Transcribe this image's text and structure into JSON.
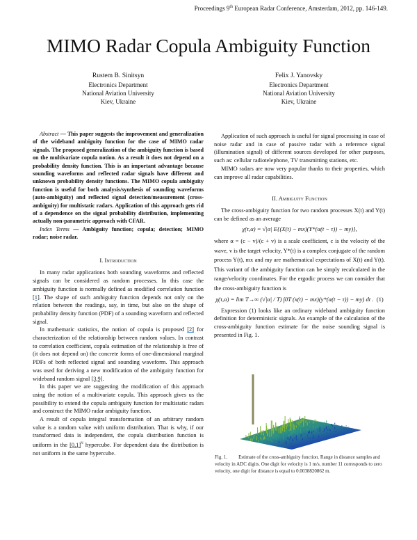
{
  "header": "Proceedings 9th European Radar Conference, Amsterdam, 2012, pp. 146-149.",
  "header_parts": {
    "pre": "Proceedings 9",
    "sup": "th",
    "post": " European Radar Conference, Amsterdam, 2012, pp. 146-149."
  },
  "title": "MIMO Radar Copula Ambiguity Function",
  "authors": [
    {
      "name": "Rustem B. Sinitsyn",
      "dept": "Electronics Department",
      "univ": "National Aviation University",
      "city": "Kiev, Ukraine"
    },
    {
      "name": "Felix J. Yanovsky",
      "dept": "Electronics Department",
      "univ": "National Aviation University",
      "city": "Kiev, Ukraine"
    }
  ],
  "abstract": {
    "label": "Abstract",
    "text": "— This paper suggests the improvement and generalization of the wideband ambiguity function for the case of MIMO radar signals. The proposed generalization of the ambiguity function is based on the multivariate copula notion. As a result it does not depend on a probability density function. This is an important advantage because sounding waveforms and reflected radar signals have different and unknown probability density functions. The MIMO copula ambiguity function is useful for both analysis/synthesis of sounding waveforms (auto-ambiguity) and reflected signal detection/measurement (cross-ambiguity) for multistatic radars. Application of this approach gets rid of a dependence on the signal probability distribution, implementing actually non-parametric approach with CFAR.",
    "index_label": "Index Terms",
    "index_text": "— Ambiguity function; copula; detection; MIMO radar; noise radar."
  },
  "section1": {
    "heading": "I. Introduction",
    "p1_a": "In many radar applications both sounding waveforms and reflected signals can be considered as random processes. In this case the ambiguity function is normally defined as modified correlation function ",
    "p1_ref": "[1]",
    "p1_b": ". The shape of such ambiguity function depends not only on the relation between the readings, say, in time, but also on the shape of probability density function (PDF) of a sounding waveform and reflected signal.",
    "p2_a": "In mathematic statistics, the notion of copula is proposed ",
    "p2_ref1": "[2]",
    "p2_b": " for characterization of the relationship between random values. In contrast to correlation coefficient, copula estimation of the relationship is free of (it does not depend on) the concrete forms of one-dimensional marginal PDFs of both reflected signal and sounding waveform. This approach was used for deriving a new modification of the ambiguity function for wideband random signal ",
    "p2_ref2": "[3,9]",
    "p2_c": ".",
    "p3": "In this paper we are suggesting the modification of this approach using the notion of a multivariate copula. This approach gives us the possibility to extend the copula ambiguity function for multistatic radars and construct the MIMO radar ambiguity function.",
    "p4_a": "A result of copula integral transformation of an arbitrary random value is a random value with uniform distribution. That is why, if our transformed data is independent, the copula distribution function is uniform in the ",
    "p4_ref": "[0,1]",
    "p4_sup": "N",
    "p4_b": " hypercube. For dependent data the distribution is not uniform in the same hypercube."
  },
  "right": {
    "p1": "Application of such approach is useful for signal processing in case of noise radar and in case of passive radar with a reference signal (illumination signal) of different sources developed for other purposes, such as: cellular radiotelephone, TV transmitting stations, etc.",
    "p2": "MIMO radars are now very popular thanks to their properties, which can improve all radar capabilities."
  },
  "section2": {
    "heading": "II. Ambiguity Function",
    "p1": "The cross-ambiguity function for two random processes X(t) and Y(t) can be defined as an average",
    "eq0": "χ(τ,α) = √|α| E{(X(t) − mx)(Y*(α(t − τ)) − my)},",
    "p2": "where α = (c − v)/(c + v) is a scale coefficient, c is the velocity of the wave, v is the target velocity, Y*(t) is a complex conjugate of the random process Y(t), mx and my are mathematical expectations of X(t) and Y(t). This variant of the ambiguity function can be simply recalculated in the range/velocity coordinates. For the ergodic process we can consider that the cross-ambiguity function is",
    "eq1": "χ(τ,α) = lim T→∞ (√|α| / T) ∫0T (x(t) − mx)(y*(α(t − τ)) − my) dt .",
    "eq1_num": "(1)",
    "p3": "Expression (1) looks like an ordinary wideband ambiguity function definition for deterministic signals. An example of the calculation of the cross-ambiguity function estimate for the noise sounding signal is presented in Fig. 1."
  },
  "figure": {
    "label": "Fig. 1.",
    "caption": "Estimate of the cross-ambiguity function. Range in distance samples and velocity in ADC digits. One digit for velocity is 1 m/s, number 11 corresponds to zero velocity, one digit for distance is equal to 0.0038820862 m.",
    "colors": {
      "high": "#7fb83a",
      "mid": "#2f9a7a",
      "low": "#1a3fb0",
      "base": "#0a1460"
    }
  }
}
